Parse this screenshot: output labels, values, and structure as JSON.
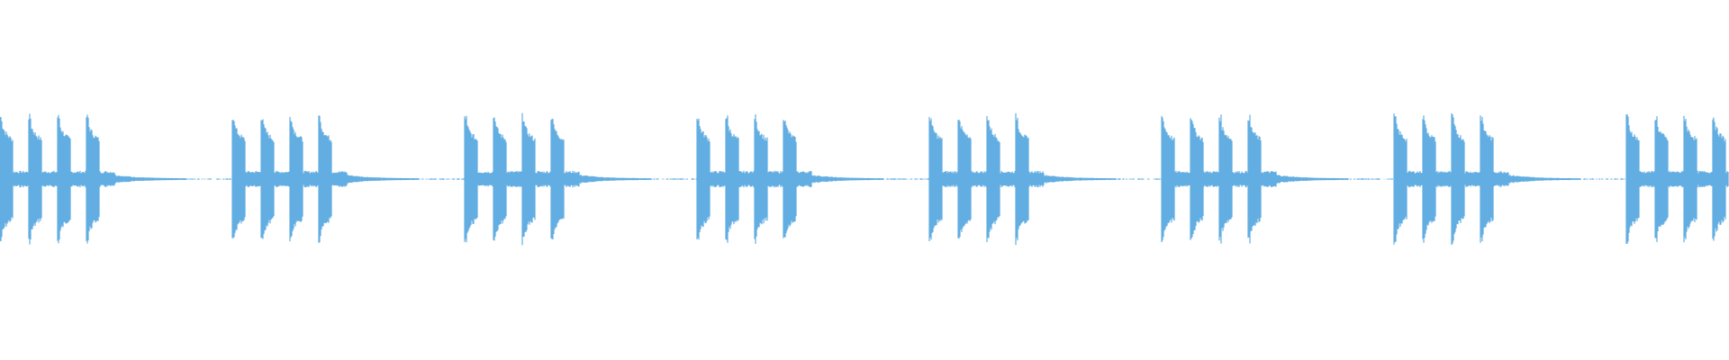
{
  "waveform": {
    "color": "#62ade1",
    "background": "#ffffff",
    "pattern": {
      "bursts_per_group": 4,
      "groups_visible": 8,
      "burst_peak_level": 0.8,
      "burst_sustain_level": 0.6,
      "burst_gap_level": 0.1,
      "tail_level": 0.05,
      "silence_noise_level": 0.006,
      "last_group_partial": true
    }
  }
}
